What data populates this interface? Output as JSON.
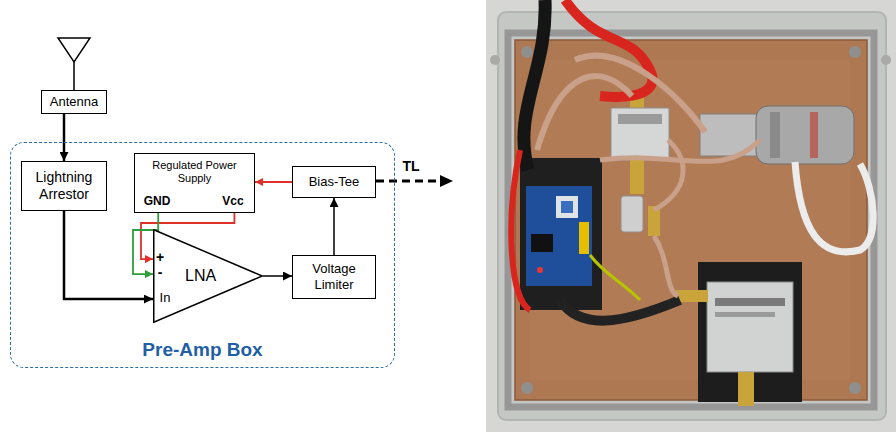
{
  "diagram": {
    "nodes": [
      {
        "text": [
          "Antenna"
        ]
      },
      {
        "text": [
          "Pre-Amp Box"
        ]
      },
      {
        "text": [
          "Lightning Arrestor"
        ],
        "in": 1
      },
      {
        "text": [
          "Regulated Power Supply"
        ],
        "in": 1
      },
      {
        "text": [
          "Bias-Tee"
        ],
        "in": 1
      },
      {
        "text": [
          "LNA"
        ],
        "in": 1
      },
      {
        "text": [
          "Voltage Limiter"
        ],
        "in": 1
      }
    ],
    "edges": [
      {
        "from": 0,
        "to": 2,
        "arrow": "to"
      },
      {
        "from": 2,
        "to": 5,
        "arrow": "to"
      },
      {
        "from": 4,
        "to": 3,
        "arrow": "to"
      },
      {
        "from": 3,
        "to": 5,
        "arrow": "to"
      },
      {
        "from": 3,
        "to": 5,
        "arrow": "to"
      },
      {
        "from": 5,
        "to": 6,
        "arrow": "to"
      },
      {
        "from": 6,
        "to": 4,
        "arrow": "to"
      }
    ],
    "labels": [
      "GND",
      "Vcc",
      "+",
      "-",
      "In",
      "TL"
    ]
  }
}
